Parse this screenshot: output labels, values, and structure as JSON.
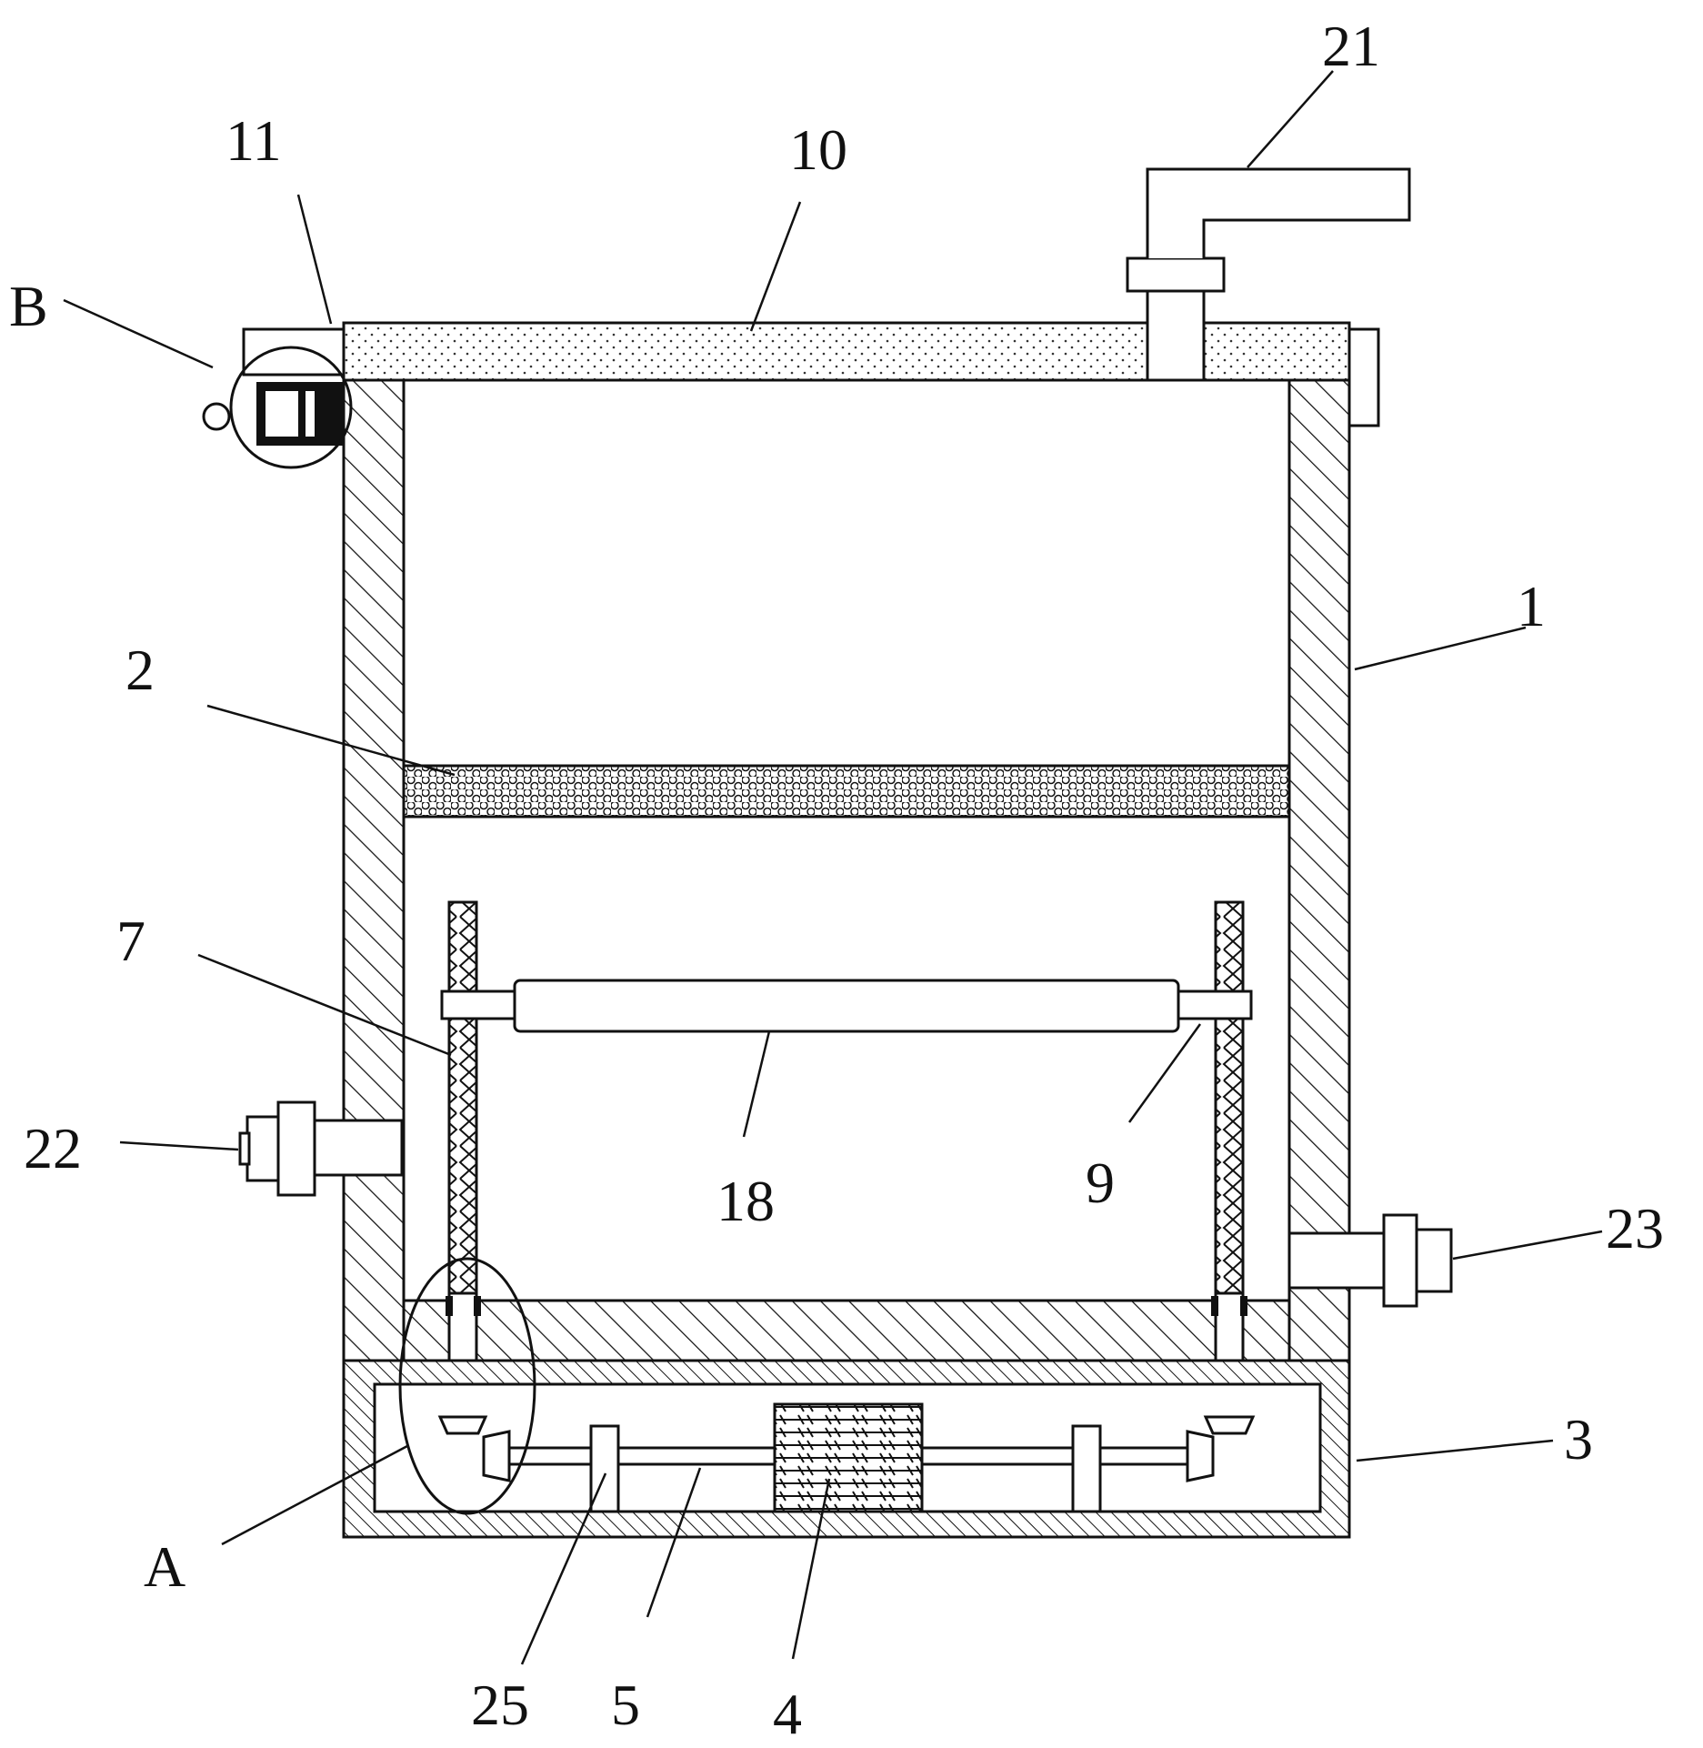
{
  "figure": {
    "labels": {
      "body": "1",
      "filter_plate": "2",
      "base": "3",
      "motor": "4",
      "drive_shaft": "5",
      "threaded_rod": "7",
      "slider": "9",
      "lid": "10",
      "hinge": "11",
      "scraper": "18",
      "feed_pipe": "21",
      "inlet_pipe": "22",
      "outlet_pipe": "23",
      "bearing_seat": "25",
      "detail_a": "A",
      "detail_b": "B"
    },
    "colors": {
      "line": "#111111",
      "background": "#ffffff"
    }
  }
}
